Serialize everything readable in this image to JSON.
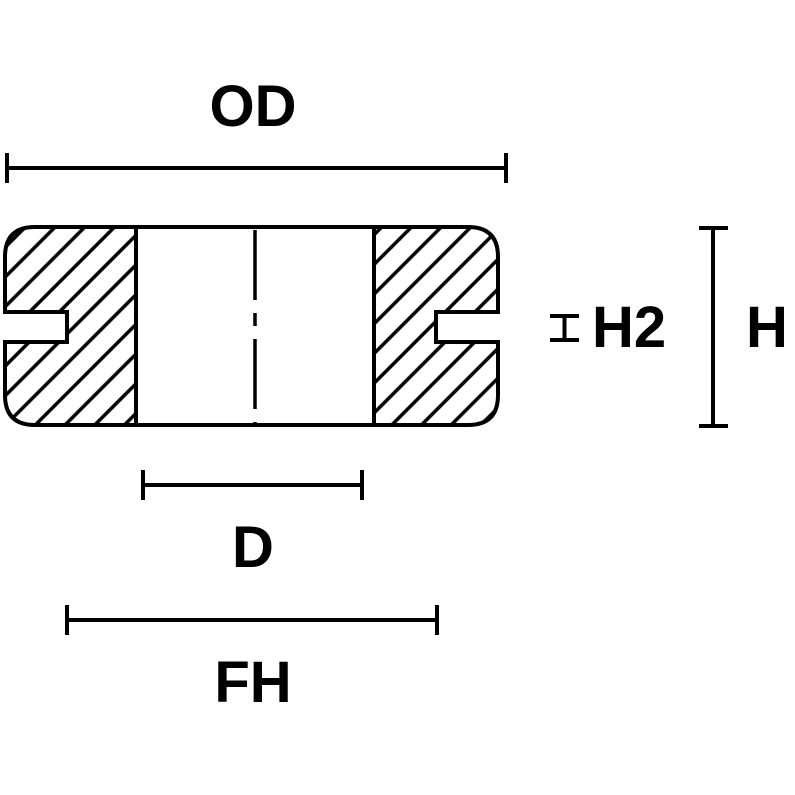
{
  "drawing": {
    "labels": {
      "od": "OD",
      "d": "D",
      "fh": "FH",
      "h": "H",
      "h2": "H2"
    },
    "colors": {
      "line": "#000000",
      "background": "#ffffff"
    }
  }
}
